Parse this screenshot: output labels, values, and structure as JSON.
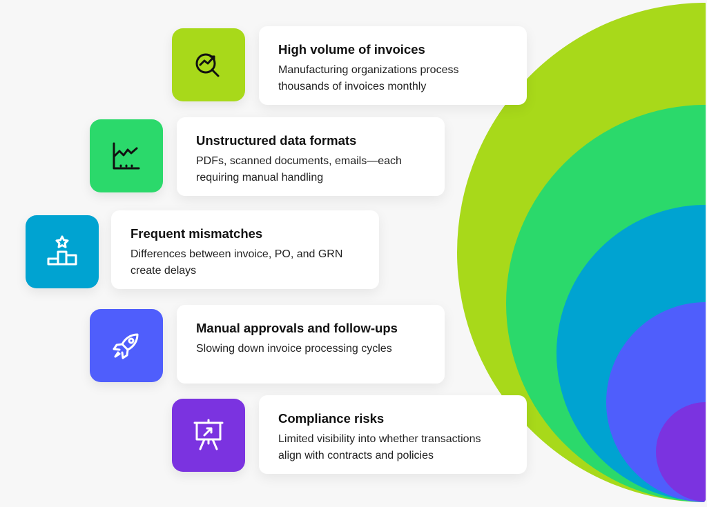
{
  "colors": {
    "lime": "#a8d91a",
    "green": "#2bd96b",
    "teal": "#00a3d1",
    "blue": "#4f5efc",
    "purple": "#7b33e0",
    "background": "#f7f7f7"
  },
  "items": [
    {
      "title": "High volume of invoices",
      "description_lines": [
        "Manufacturing organizations process",
        "thousands of invoices monthly"
      ],
      "icon": "chart-search-icon"
    },
    {
      "title": "Unstructured data formats",
      "description_lines": [
        "PDFs, scanned documents, emails—each",
        "requiring manual handling"
      ],
      "icon": "line-chart-icon"
    },
    {
      "title": "Frequent mismatches",
      "description_lines": [
        "Differences between invoice, PO, and GRN",
        "create delays"
      ],
      "icon": "podium-star-icon"
    },
    {
      "title": "Manual approvals and follow-ups",
      "description_lines": [
        "Slowing down invoice processing cycles"
      ],
      "icon": "rocket-icon"
    },
    {
      "title": "Compliance risks",
      "description_lines": [
        "Limited visibility into whether transactions",
        "align with contracts and policies"
      ],
      "icon": "presentation-board-icon"
    }
  ]
}
